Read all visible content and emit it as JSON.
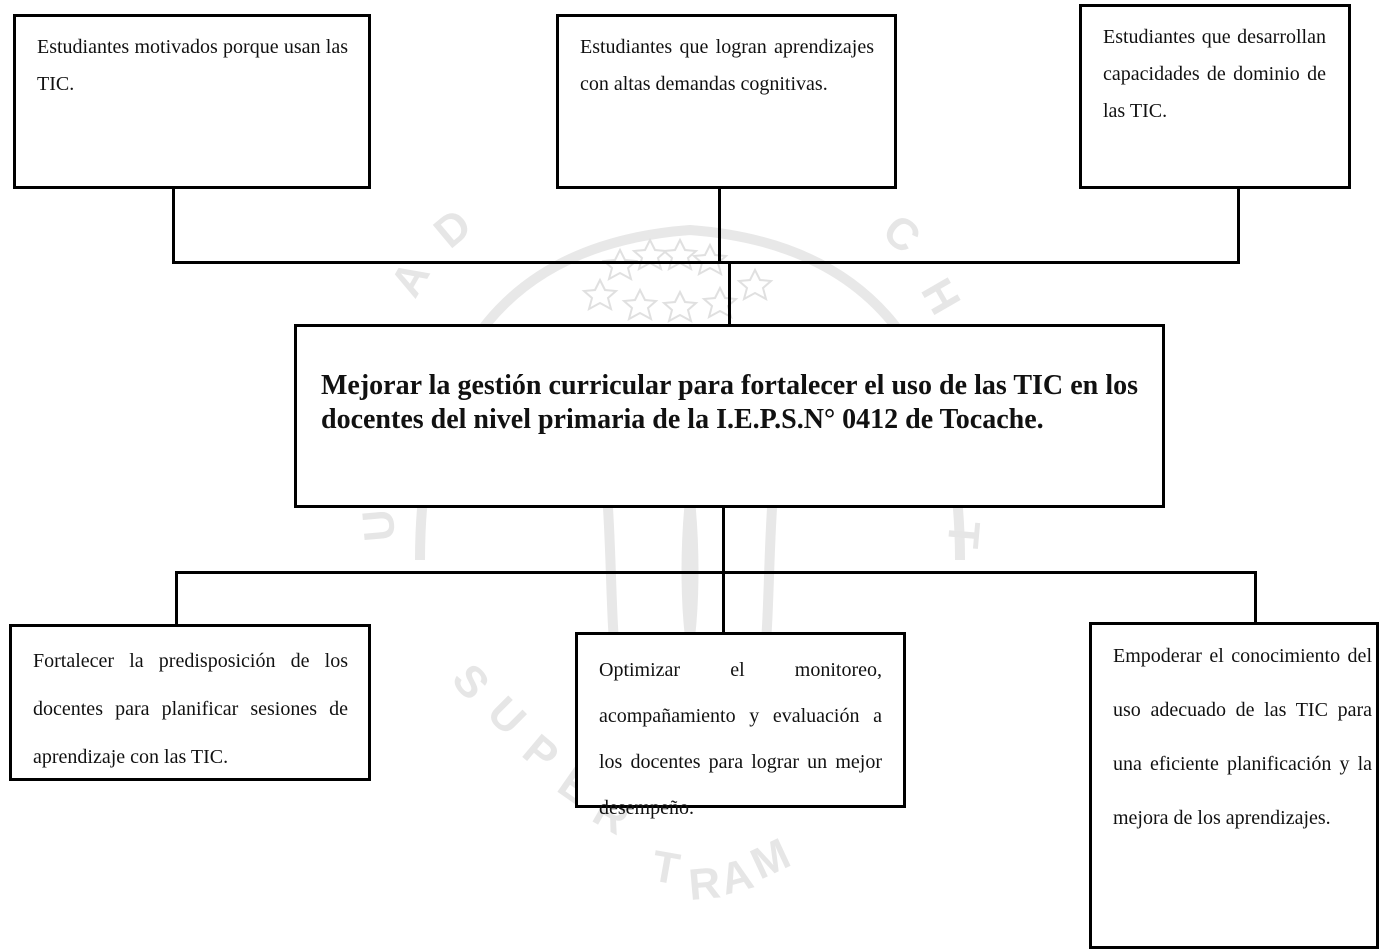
{
  "diagram": {
    "effects": [
      {
        "id": "effect-1",
        "text": "Estudiantes motivados porque usan las TIC."
      },
      {
        "id": "effect-2",
        "text": "Estudiantes que logran aprendizajes con altas demandas cognitivas."
      },
      {
        "id": "effect-3",
        "text": "Estudiantes que desarrollan capacidades de dominio de las TIC."
      }
    ],
    "central_objective": "Mejorar la gestión curricular para fortalecer el uso de las TIC en los docentes del nivel primaria de la I.E.P.S.N° 0412 de Tocache.",
    "means": [
      {
        "id": "means-1",
        "text": "Fortalecer la predisposición de los docentes para planificar sesiones de aprendizaje con las TIC."
      },
      {
        "id": "means-2",
        "text": "Optimizar el monitoreo, acompañamiento y evaluación a los docentes para lograr un mejor desempeño."
      },
      {
        "id": "means-3",
        "text": "Empoderar el conocimiento del uso adecuado de las TIC para una eficiente planificación y la mejora de los aprendizajes."
      }
    ]
  },
  "watermark": {
    "letters": [
      "D",
      "A",
      "D",
      "I",
      "N",
      "U",
      "C",
      "H",
      "A",
      "T",
      "S",
      "U",
      "P",
      "E",
      "R",
      "T",
      "R",
      "A",
      "M"
    ],
    "color": "#e3e3e3"
  },
  "colors": {
    "border": "#000000",
    "text": "#111111"
  }
}
